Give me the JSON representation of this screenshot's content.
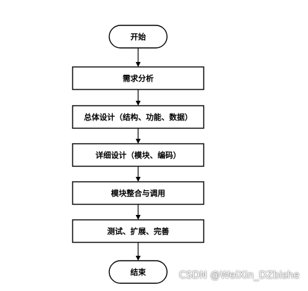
{
  "flowchart": {
    "nodes": [
      {
        "id": "start",
        "shape": "terminator",
        "label": "开始"
      },
      {
        "id": "requirements",
        "shape": "process",
        "label": "需求分析"
      },
      {
        "id": "overall-design",
        "shape": "process",
        "label": "总体设计（结构、功能、数据）"
      },
      {
        "id": "detailed-design",
        "shape": "process",
        "label": "详细设计（模块、编码）"
      },
      {
        "id": "integration",
        "shape": "process",
        "label": "模块整合与调用"
      },
      {
        "id": "testing",
        "shape": "process",
        "label": "测试、扩展、完善"
      },
      {
        "id": "end",
        "shape": "terminator",
        "label": "结束"
      }
    ],
    "edges": [
      {
        "from": "start",
        "to": "requirements"
      },
      {
        "from": "requirements",
        "to": "overall-design"
      },
      {
        "from": "overall-design",
        "to": "detailed-design"
      },
      {
        "from": "detailed-design",
        "to": "integration"
      },
      {
        "from": "integration",
        "to": "testing"
      },
      {
        "from": "testing",
        "to": "end"
      }
    ]
  },
  "watermark": {
    "text": "CSDN @WeiXin_DZbishe"
  }
}
